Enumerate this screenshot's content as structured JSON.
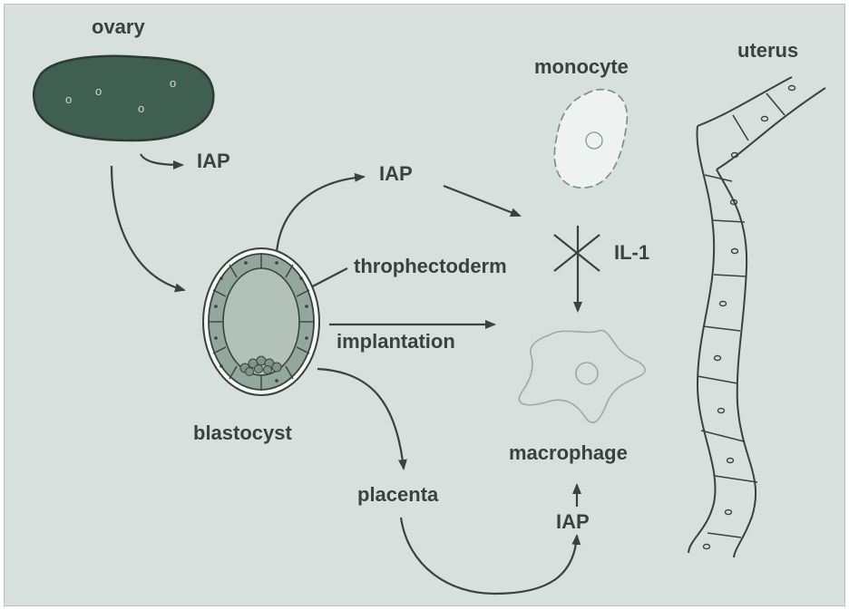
{
  "labels": {
    "ovary": "ovary",
    "iap_ovary": "IAP",
    "iap_top": "IAP",
    "iap_bottom": "IAP",
    "monocyte": "monocyte",
    "uterus": "uterus",
    "throphectoderm": "throphectoderm",
    "il1": "IL-1",
    "implantation": "implantation",
    "blastocyst": "blastocyst",
    "placenta": "placenta",
    "macrophage": "macrophage"
  },
  "ovary_follicles": [
    "o",
    "o",
    "o",
    "o"
  ],
  "colors": {
    "background": "#d8e0dd",
    "ink": "#3a423f",
    "ovary_fill": "#3f5f50",
    "blastocyst_fill": "#93a89c",
    "cell_outline": "#7d8a85"
  }
}
